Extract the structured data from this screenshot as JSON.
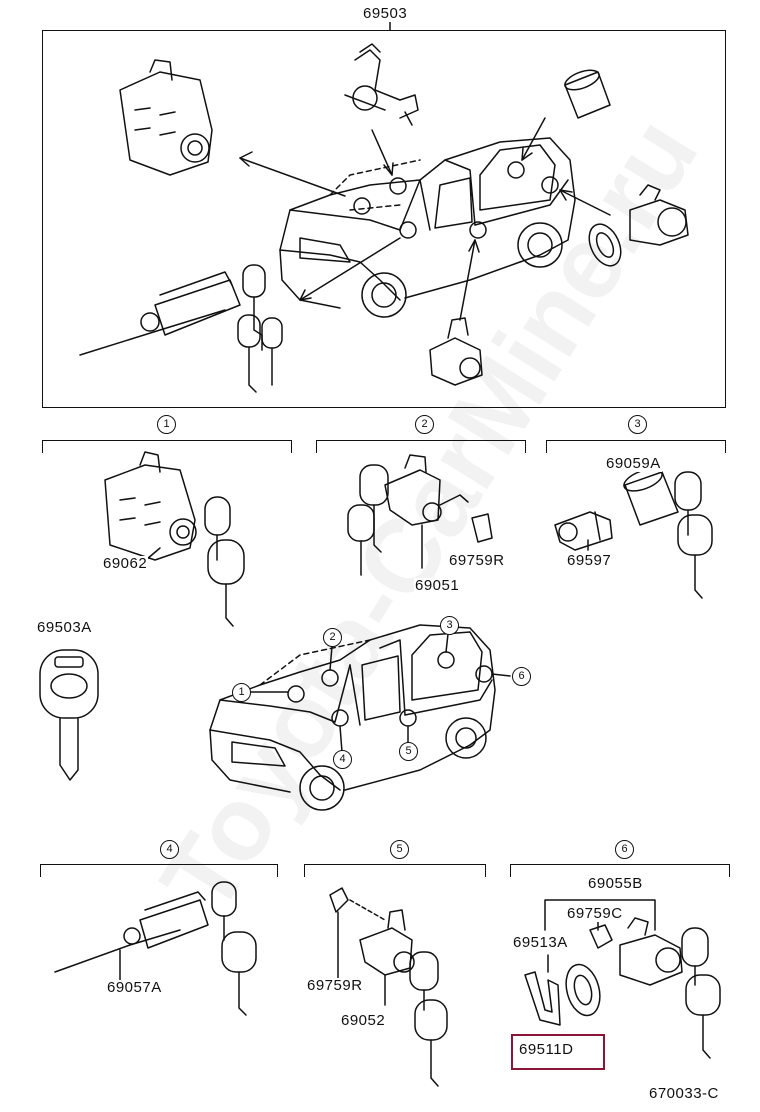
{
  "watermark": "Toyota-CarMine.ru",
  "main_assembly": {
    "part_no": "69503"
  },
  "section_markers": {
    "s1": "1",
    "s2": "2",
    "s3": "3",
    "s4": "4",
    "s5": "5",
    "s6": "6"
  },
  "car_callouts": {
    "c1": "1",
    "c2": "2",
    "c3": "3",
    "c4": "4",
    "c5": "5",
    "c6": "6"
  },
  "parts": {
    "p69062": "69062",
    "p69051": "69051",
    "p69759R_top": "69759R",
    "p69059A": "69059A",
    "p69597": "69597",
    "p69503A": "69503A",
    "p69057A": "69057A",
    "p69759R_bottom": "69759R",
    "p69052": "69052",
    "p69055B": "69055B",
    "p69759C": "69759C",
    "p69513A": "69513A",
    "p69511D": "69511D"
  },
  "diagram_code": "670033-C",
  "colors": {
    "line": "#111111",
    "highlight": "#8b1538",
    "background": "#ffffff"
  }
}
